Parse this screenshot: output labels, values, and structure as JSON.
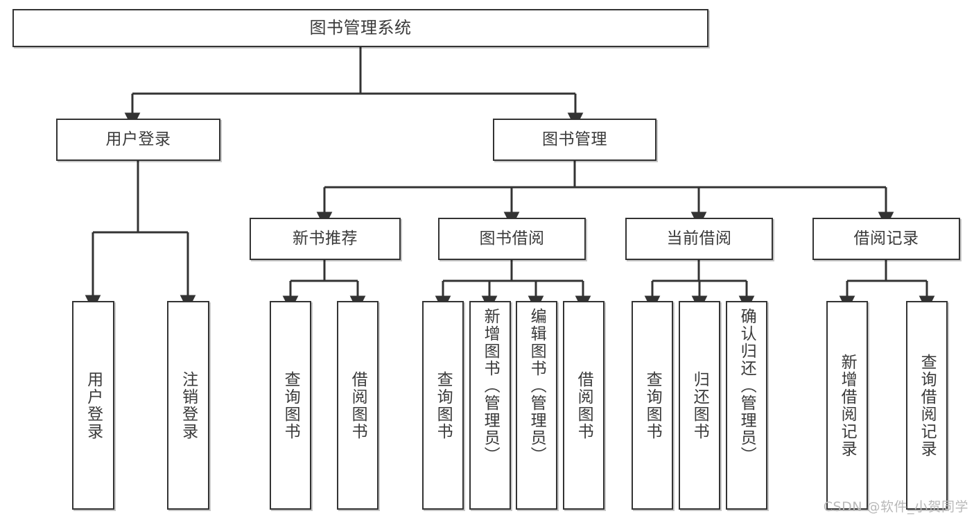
{
  "diagram": {
    "title": "图书管理系统",
    "watermark": "CSDN @软件_小贺同学",
    "colors": {
      "node_border": "#333333",
      "node_fill": "#ffffff",
      "edge": "#333333",
      "text": "#3a3a3a",
      "watermark": "#b9b9b9"
    },
    "nodes": {
      "root": {
        "label": "图书管理系统"
      },
      "level2": [
        {
          "id": "user-login",
          "label": "用户登录"
        },
        {
          "id": "book-management",
          "label": "图书管理"
        }
      ],
      "level3": [
        {
          "id": "new-book-recommend",
          "label": "新书推荐"
        },
        {
          "id": "book-borrow",
          "label": "图书借阅"
        },
        {
          "id": "current-borrow",
          "label": "当前借阅"
        },
        {
          "id": "borrow-record",
          "label": "借阅记录"
        }
      ],
      "leaves": {
        "user_login": [
          {
            "id": "leaf-user-login",
            "label": "用户登录"
          },
          {
            "id": "leaf-logout",
            "label": "注销登录"
          }
        ],
        "new_book_recommend": [
          {
            "id": "leaf-query-book-1",
            "label": "查询图书"
          },
          {
            "id": "leaf-borrow-book-1",
            "label": "借阅图书"
          }
        ],
        "book_borrow": [
          {
            "id": "leaf-query-book-2",
            "label": "查询图书"
          },
          {
            "id": "leaf-add-book",
            "label": "新增图书（管理员）"
          },
          {
            "id": "leaf-edit-book",
            "label": "编辑图书（管理员）"
          },
          {
            "id": "leaf-borrow-book-2",
            "label": "借阅图书"
          }
        ],
        "current_borrow": [
          {
            "id": "leaf-query-book-3",
            "label": "查询图书"
          },
          {
            "id": "leaf-return-book",
            "label": "归还图书"
          },
          {
            "id": "leaf-confirm-return",
            "label": "确认归还（管理员）"
          }
        ],
        "borrow_record": [
          {
            "id": "leaf-add-record",
            "label": "新增借阅记录"
          },
          {
            "id": "leaf-query-record",
            "label": "查询借阅记录"
          }
        ]
      }
    }
  }
}
